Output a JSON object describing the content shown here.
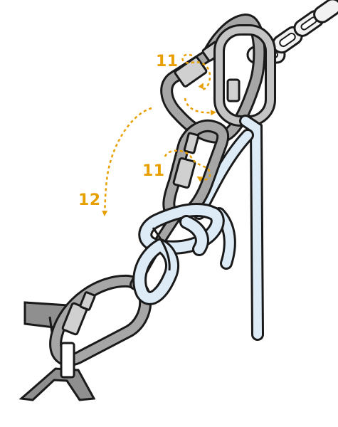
{
  "labels": {
    "step_top": "11",
    "step_middle": "11",
    "step_left": "12"
  },
  "colors": {
    "accent": "#E8A000",
    "metal": "#A6A6A6",
    "metal_light": "#D0D0D0",
    "rope": "#DDEBF7",
    "outline": "#1A1A1A",
    "sling": "#9C9C9C"
  }
}
